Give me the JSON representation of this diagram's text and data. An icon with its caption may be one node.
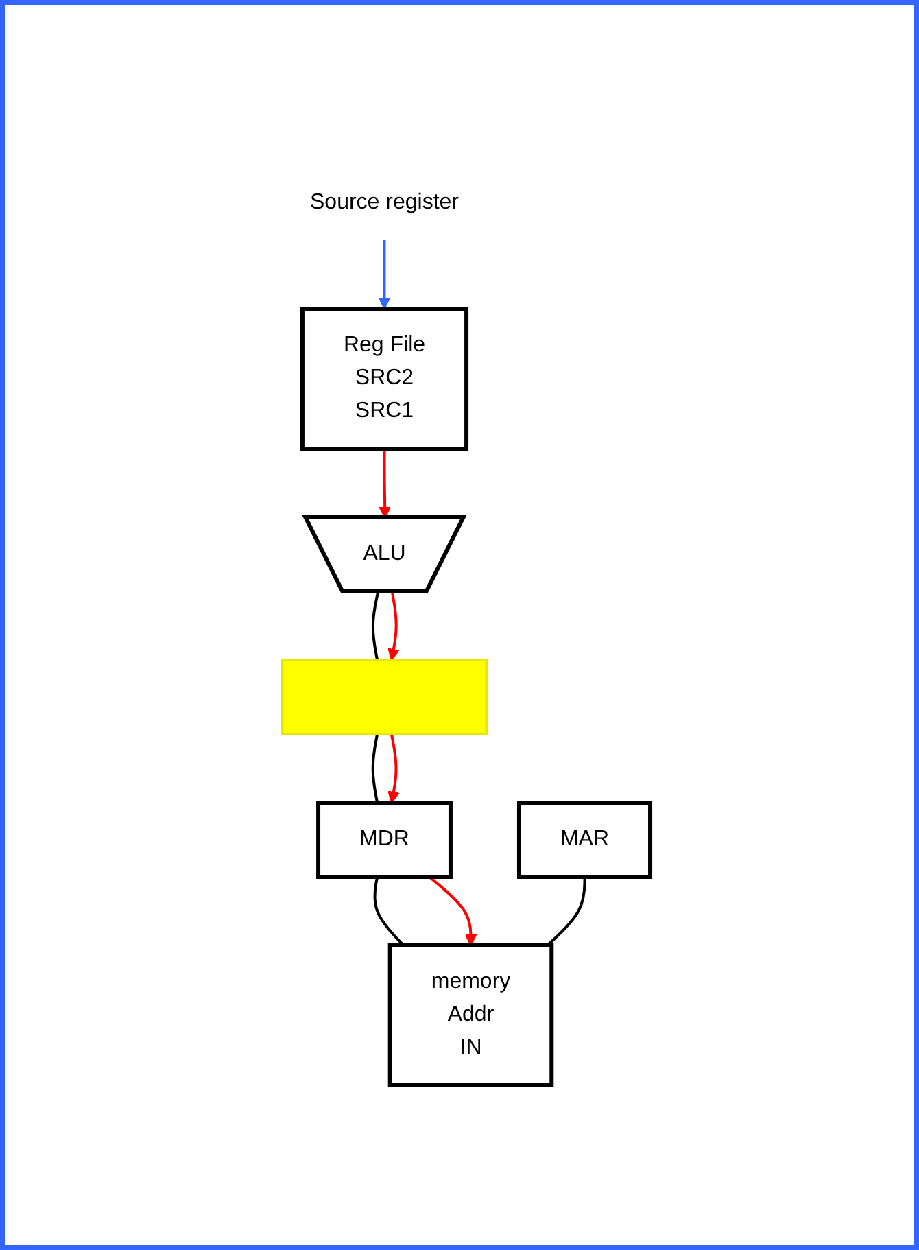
{
  "diagram": {
    "nodes": [
      {
        "text": [
          "Reg File",
          "SRC2",
          "SRC1"
        ]
      },
      {
        "text": [
          "Source register"
        ]
      },
      {
        "text": [
          "ALU"
        ]
      },
      {
        "text": [],
        "shape": "bar"
      },
      {
        "text": [
          "MDR"
        ]
      },
      {
        "text": [
          "MAR"
        ]
      },
      {
        "text": [
          "memory",
          "Addr",
          "IN"
        ]
      }
    ],
    "edges": [
      {
        "from": 1,
        "to": 0,
        "arrow": "to",
        "color": "#3366ff"
      },
      {
        "from": 0,
        "to": 2,
        "arrow": "to",
        "color": "#ff0000"
      },
      {
        "from": 2,
        "to": 3,
        "arrow": "none",
        "color": "#000000"
      },
      {
        "from": 2,
        "to": 3,
        "arrow": "to",
        "color": "#ff0000"
      },
      {
        "from": 3,
        "to": 4,
        "arrow": "none",
        "color": "#000000"
      },
      {
        "from": 3,
        "to": 4,
        "arrow": "to",
        "color": "#ff0000"
      },
      {
        "from": 4,
        "to": 6,
        "arrow": "none",
        "color": "#000000"
      },
      {
        "from": 4,
        "to": 6,
        "arrow": "to",
        "color": "#ff0000"
      },
      {
        "from": 5,
        "to": 6,
        "arrow": "none",
        "color": "#000000"
      }
    ]
  }
}
